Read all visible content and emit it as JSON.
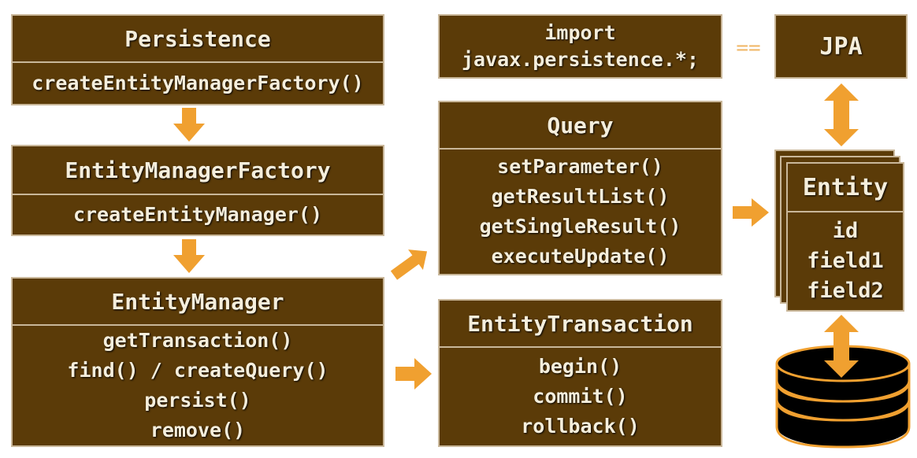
{
  "persistence": {
    "title": "Persistence",
    "methods": [
      "createEntityManagerFactory()"
    ]
  },
  "emf": {
    "title": "EntityManagerFactory",
    "methods": [
      "createEntityManager()"
    ]
  },
  "em": {
    "title": "EntityManager",
    "methods": [
      "getTransaction()",
      "find() / createQuery()",
      "persist()",
      "remove()"
    ]
  },
  "import_box": {
    "line1": "import",
    "line2": "javax.persistence.*;"
  },
  "equals_sign": "==",
  "jpa": {
    "title": "JPA"
  },
  "query": {
    "title": "Query",
    "methods": [
      "setParameter()",
      "getResultList()",
      "getSingleResult()",
      "executeUpdate()"
    ]
  },
  "transaction": {
    "title": "EntityTransaction",
    "methods": [
      "begin()",
      "commit()",
      "rollback()"
    ]
  },
  "entity": {
    "title": "Entity",
    "fields": [
      "id",
      "field1",
      "field2"
    ]
  },
  "colors": {
    "box_fill": "#5b3b08",
    "box_border": "#c9b79a",
    "arrow": "#f0a030",
    "text": "#f5eedc"
  }
}
